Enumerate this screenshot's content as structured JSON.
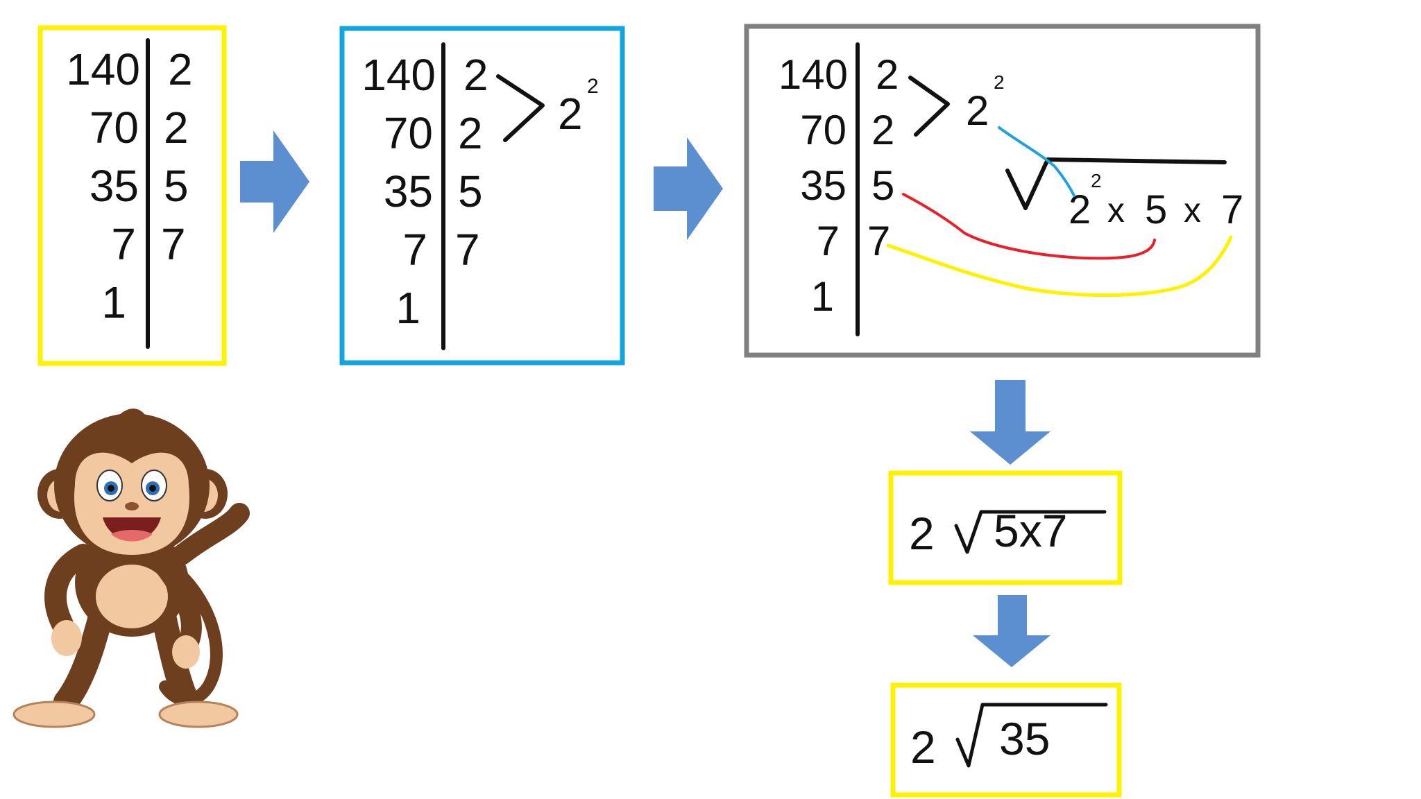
{
  "colors": {
    "box1_border": "#FFF200",
    "box2_border": "#12A6E0",
    "box3_border": "#808080",
    "result_border": "#FFF200",
    "arrow_fill": "#5B8FD0",
    "ink": "#111111",
    "link_blue": "#1FA3DA",
    "link_red": "#E8202A",
    "link_yellow": "#FFF200"
  },
  "factor_rows": [
    {
      "dividend": "140",
      "factor": "2"
    },
    {
      "dividend": "70",
      "factor": "2"
    },
    {
      "dividend": "35",
      "factor": "5"
    },
    {
      "dividend": "7",
      "factor": "7"
    },
    {
      "dividend": "1",
      "factor": ""
    }
  ],
  "grouping": {
    "base": "2",
    "exponent": "2"
  },
  "radical_expression": {
    "base": "2",
    "exponent": "2",
    "times_1": "x",
    "factor_1": "5",
    "times_2": "x",
    "factor_2": "7"
  },
  "result_1": {
    "coefficient": "2",
    "radicand": "5x7"
  },
  "result_2": {
    "coefficient": "2",
    "radicand": "35"
  },
  "mascot": {
    "icon": "monkey-illustration-icon"
  }
}
